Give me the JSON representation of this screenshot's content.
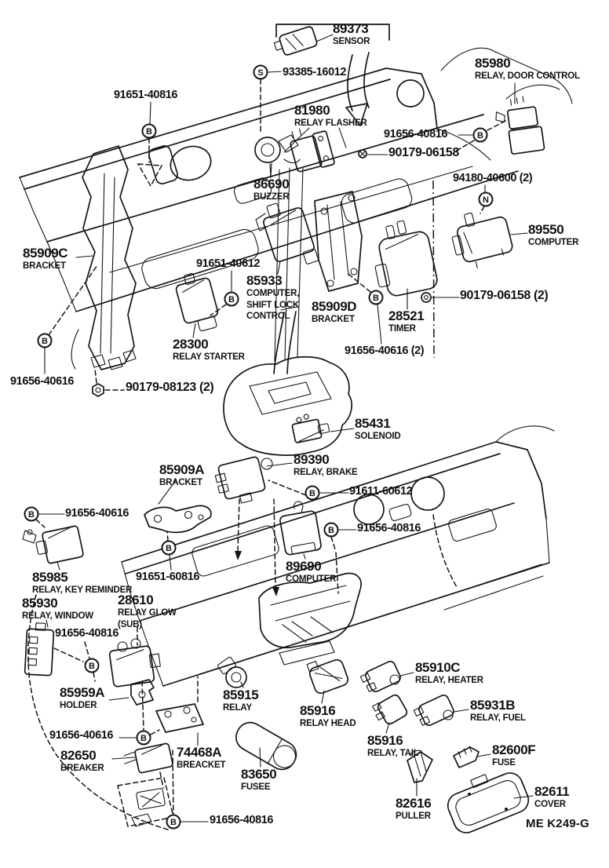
{
  "doc": {
    "code": "ME K249-G"
  },
  "callout_letters": {
    "B": "B",
    "S": "S",
    "N": "N"
  },
  "parts": {
    "sensor_89373": {
      "num": "89373",
      "name": "SENSOR"
    },
    "door_control_85980": {
      "num": "85980",
      "name": "RELAY, DOOR CONTROL"
    },
    "flasher_81980": {
      "num": "81980",
      "name": "RELAY FLASHER"
    },
    "buzzer_86690": {
      "num": "86690",
      "name": "BUZZER"
    },
    "computer_89550": {
      "num": "89550",
      "name": "COMPUTER"
    },
    "bracket_85909c": {
      "num": "85909C",
      "name": "BRACKET"
    },
    "computer_85933": {
      "num": "85933",
      "lines": [
        "COMPUTER,",
        "SHIFT LOCK",
        "CONTROL"
      ]
    },
    "bracket_85909d": {
      "num": "85909D",
      "name": "BRACKET"
    },
    "timer_28521": {
      "num": "28521",
      "name": "TIMER"
    },
    "starter_28300": {
      "num": "28300",
      "name": "RELAY STARTER"
    },
    "solenoid_85431": {
      "num": "85431",
      "name": "SOLENOID"
    },
    "bracket_85909a": {
      "num": "85909A",
      "name": "BRACKET"
    },
    "brake_89390": {
      "num": "89390",
      "name": "RELAY, BRAKE"
    },
    "key_reminder_85985": {
      "num": "85985",
      "name": "RELAY, KEY REMINDER"
    },
    "computer_89690": {
      "num": "89690",
      "name": "COMPUTER"
    },
    "window_85930": {
      "num": "85930",
      "name": "RELAY, WINDOW"
    },
    "glow_28610": {
      "num": "28610",
      "lines": [
        "RELAY GLOW",
        "(SUB)"
      ]
    },
    "holder_85959a": {
      "num": "85959A",
      "name": "HOLDER"
    },
    "breaker_82650": {
      "num": "82650",
      "name": "BREAKER"
    },
    "bracket_74468a": {
      "num": "74468A",
      "name": "BREACKET"
    },
    "relay_85915": {
      "num": "85915",
      "name": "RELAY"
    },
    "head_85916": {
      "num": "85916",
      "name": "RELAY HEAD"
    },
    "heater_85910c": {
      "num": "85910C",
      "name": "RELAY, HEATER"
    },
    "fuel_85931b": {
      "num": "85931B",
      "name": "RELAY, FUEL"
    },
    "tail_85916": {
      "num": "85916",
      "name": "RELAY, TAIL"
    },
    "fuse_82600f": {
      "num": "82600F",
      "name": "FUSE"
    },
    "fusee_83650": {
      "num": "83650",
      "name": "FUSEE"
    },
    "puller_82616": {
      "num": "82616",
      "name": "PULLER"
    },
    "cover_82611": {
      "num": "82611",
      "name": "COVER"
    }
  },
  "fasteners": {
    "s_93385_16012": {
      "num": "93385-16012"
    },
    "b_91651_40816": {
      "num": "91651-40816"
    },
    "b_91656_40816_top": {
      "num": "91656-40816"
    },
    "n_90179_06158": {
      "num": "90179-06158"
    },
    "n_94180_40600": {
      "num": "94180-40600 (2)"
    },
    "b_91651_40612": {
      "num": "91651-40612"
    },
    "n_90179_06158_2": {
      "num": "90179-06158 (2)"
    },
    "b_91656_40616_l": {
      "num": "91656-40616"
    },
    "n_90179_08123": {
      "num": "90179-08123 (2)"
    },
    "b_91656_40616_2": {
      "num": "91656-40616 (2)"
    },
    "b_91611_60612": {
      "num": "91611-60612"
    },
    "b_91656_40616_m": {
      "num": "91656-40616"
    },
    "b_91656_40816_m": {
      "num": "91656-40816"
    },
    "b_91651_60816": {
      "num": "91651-60816"
    },
    "b_91656_40816_w": {
      "num": "91656-40816"
    },
    "b_91656_40616_h": {
      "num": "91656-40616"
    },
    "b_91656_40816_bot": {
      "num": "91656-40816"
    }
  }
}
